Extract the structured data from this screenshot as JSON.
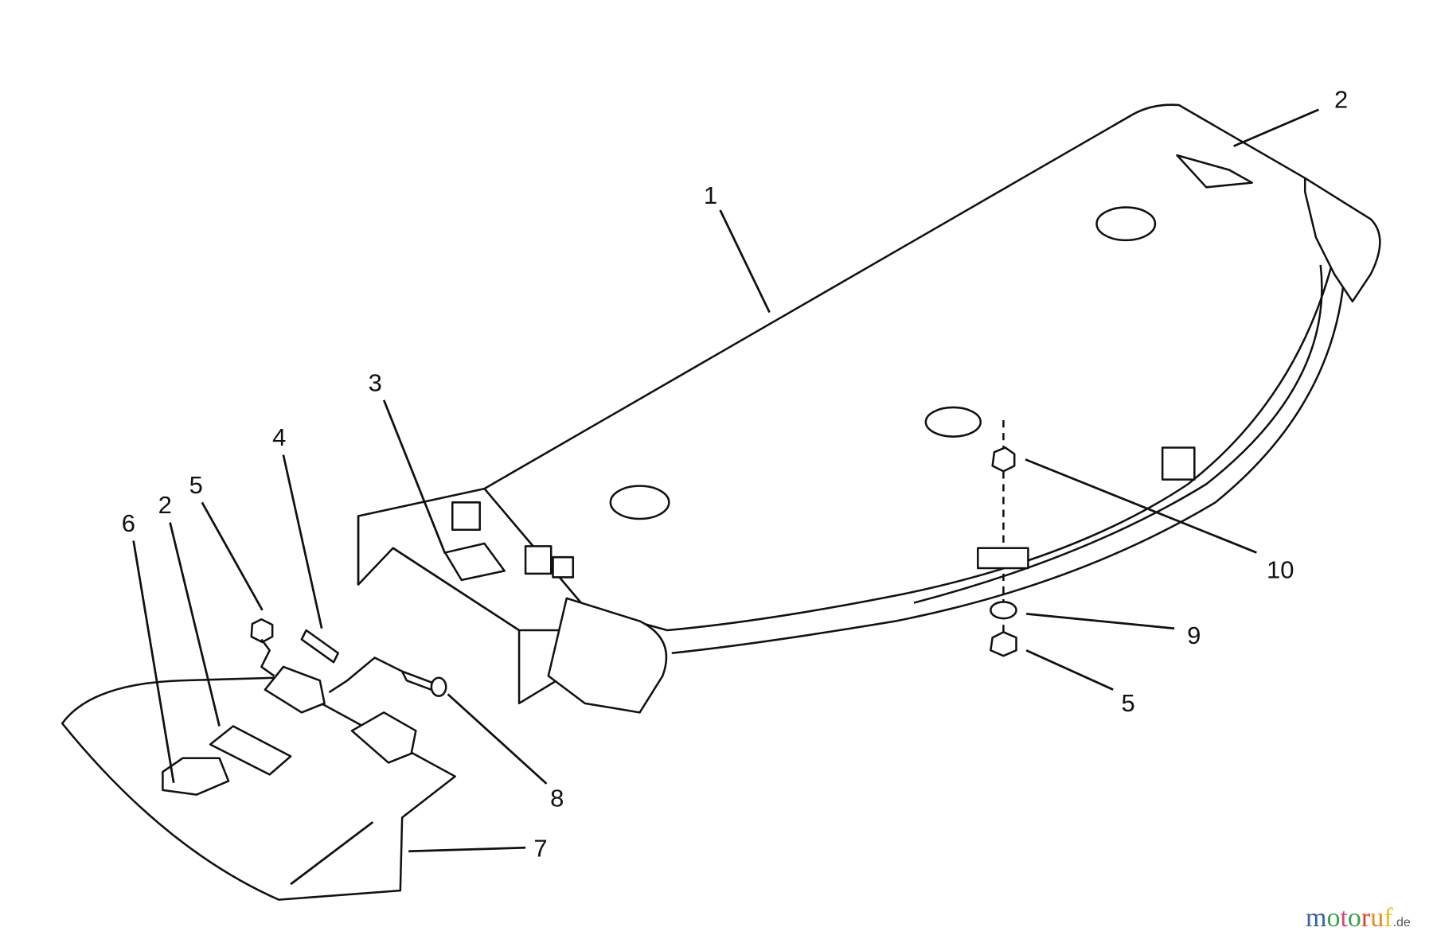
{
  "callouts": [
    {
      "id": "c1",
      "label": "1"
    },
    {
      "id": "c2a",
      "label": "2"
    },
    {
      "id": "c3",
      "label": "3"
    },
    {
      "id": "c4",
      "label": "4"
    },
    {
      "id": "c5a",
      "label": "5"
    },
    {
      "id": "c6",
      "label": "6"
    },
    {
      "id": "c2b",
      "label": "2"
    },
    {
      "id": "c7",
      "label": "7"
    },
    {
      "id": "c8",
      "label": "8"
    },
    {
      "id": "c10",
      "label": "10"
    },
    {
      "id": "c9",
      "label": "9"
    },
    {
      "id": "c5b",
      "label": "5"
    }
  ],
  "watermark": {
    "text": "motoruf",
    "suffix": ".de",
    "letters": [
      "m",
      "o",
      "t",
      "o",
      "r",
      "u",
      "f"
    ],
    "colors": [
      "#3a5fa8",
      "#3aa04a",
      "#e0407a",
      "#3aa04a",
      "#e04020",
      "#e08a20",
      "#e8c020"
    ]
  }
}
